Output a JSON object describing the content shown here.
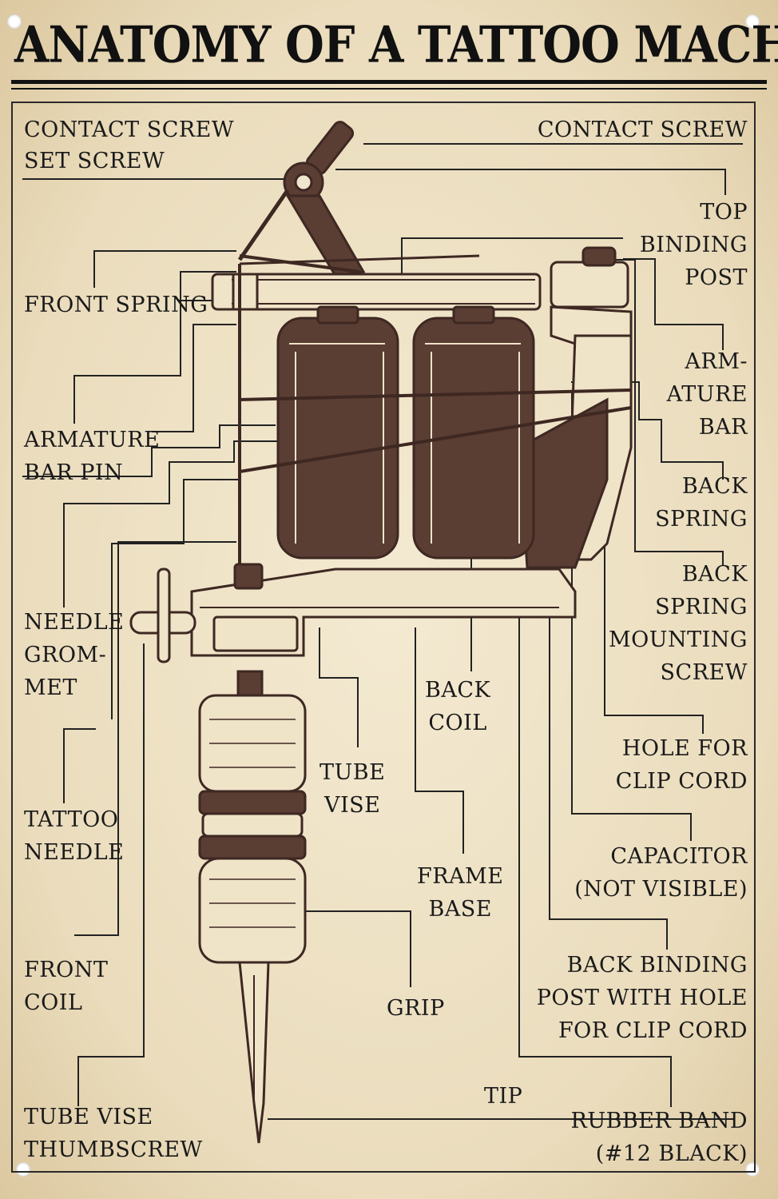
{
  "title": "ANATOMY OF A TATTOO MACHINE",
  "labels": {
    "contact_screw_left": "CONTACT SCREW",
    "set_screw": "SET SCREW",
    "front_spring": "FRONT SPRING",
    "armature_bar_pin": "ARMATURE\nBAR PIN",
    "needle_grommet": "NEEDLE\nGROM-\nMET",
    "tattoo_needle": "TATTOO\nNEEDLE",
    "front_coil": "FRONT\nCOIL",
    "tube_vise_thumbscrew": "TUBE VISE\nTHUMBSCREW",
    "contact_screw_right": "CONTACT SCREW",
    "top_binding_post": "TOP\nBINDING\nPOST",
    "armature_bar": "ARM-\nATURE\nBAR",
    "back_spring": "BACK\nSPRING",
    "back_spring_mounting_screw": "BACK\nSPRING\nMOUNTING\nSCREW",
    "hole_for_clip_cord": "HOLE FOR\nCLIP CORD",
    "capacitor": "CAPACITOR\n(NOT VISIBLE)",
    "back_binding_post": "BACK BINDING\nPOST WITH HOLE\nFOR CLIP CORD",
    "rubber_band": "RUBBER BAND\n(#12 BLACK)",
    "back_coil": "BACK\nCOIL",
    "tube_vise": "TUBE\nVISE",
    "frame_base": "FRAME\nBASE",
    "grip": "GRIP",
    "tip": "TIP"
  },
  "colors": {
    "background": "#efe3c8",
    "ink": "#1a1a1a",
    "machine": "#5a3d33",
    "machine_dark": "#3e2822"
  }
}
